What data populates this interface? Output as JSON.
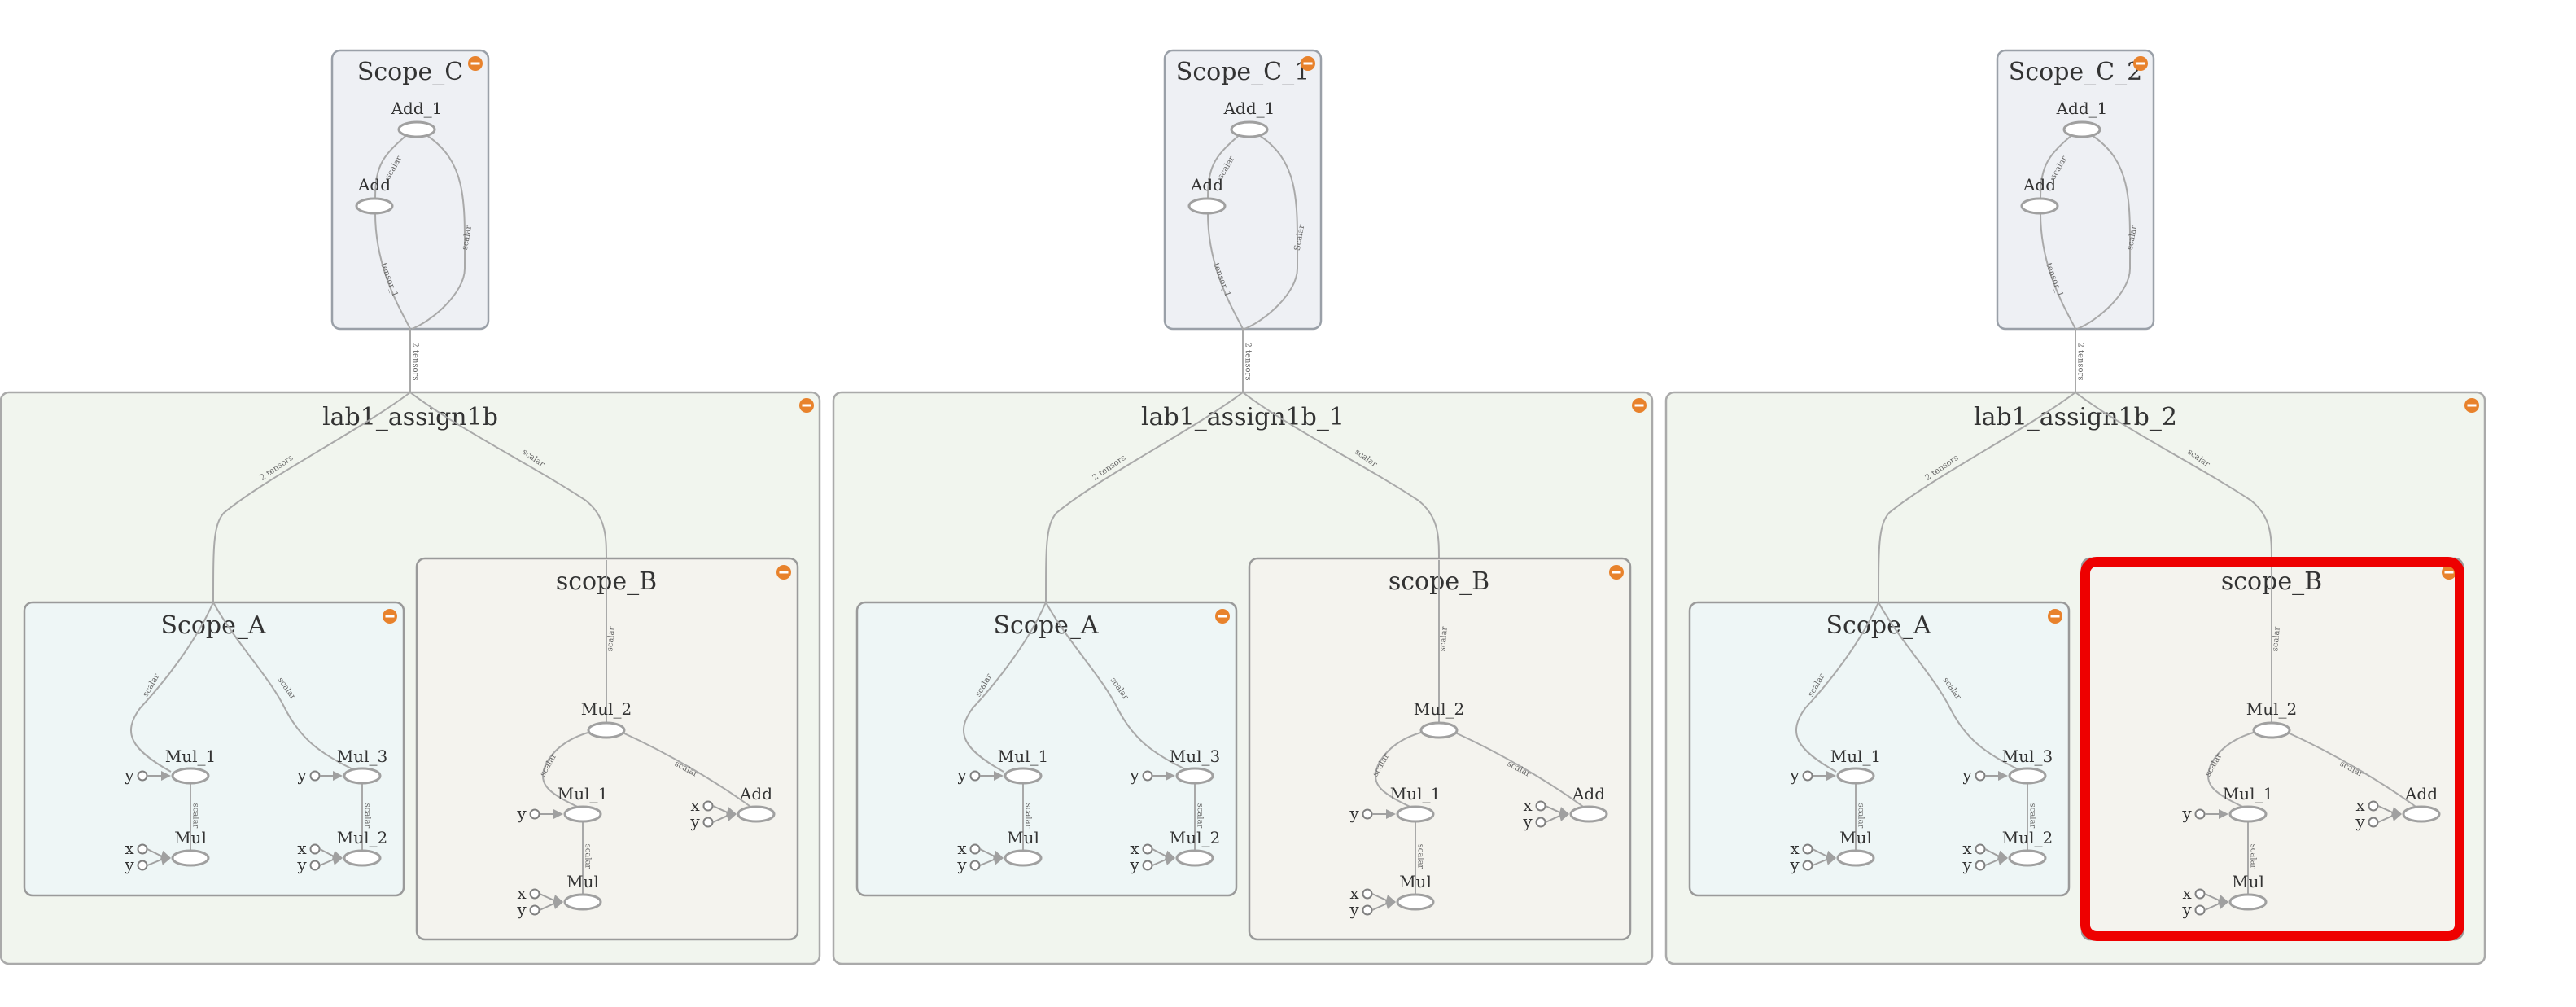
{
  "colors": {
    "scope_c_fill": "#eef0f4",
    "scope_c_stroke": "#9aa0a8",
    "lab_fill": "#f1f5ee",
    "lab_stroke": "#aaaaaa",
    "scope_a_fill": "#eef6f6",
    "scope_b_fill": "#f4f3ee",
    "box_stroke": "#9a9a9a",
    "collapse_button": "#e8822c",
    "selection": "#ee0000"
  },
  "graphs": [
    {
      "scope_c": {
        "title": "Scope_C",
        "add1": "Add_1",
        "add": "Add",
        "edge_left": "scalar",
        "edge_right": "scalar",
        "edge_bottom": "tensor_1"
      },
      "out_edge": "2 tensors",
      "lab": {
        "title": "lab1_assign1b",
        "edge_left": "2 tensors",
        "edge_right": "scalar"
      },
      "scope_a": {
        "title": "Scope_A",
        "mul1": "Mul_1",
        "mul": "Mul",
        "mul3": "Mul_3",
        "mul2": "Mul_2",
        "edge_left": "scalar",
        "edge_right": "scalar",
        "edge_mul": "scalar",
        "edge_mul2": "scalar",
        "x": "x",
        "y": "y"
      },
      "scope_b": {
        "title": "scope_B",
        "mul2": "Mul_2",
        "mul1": "Mul_1",
        "mul": "Mul",
        "add": "Add",
        "edge_top": "scalar",
        "edge_left": "scalar",
        "edge_right": "scalar",
        "edge_mul": "scalar",
        "x": "x",
        "y": "y",
        "selected": false
      }
    },
    {
      "scope_c": {
        "title": "Scope_C_1",
        "add1": "Add_1",
        "add": "Add",
        "edge_left": "scalar",
        "edge_right": "Scalar",
        "edge_bottom": "tensor_1"
      },
      "out_edge": "2 tensors",
      "lab": {
        "title": "lab1_assign1b_1",
        "edge_left": "2 tensors",
        "edge_right": "scalar"
      },
      "scope_a": {
        "title": "Scope_A",
        "mul1": "Mul_1",
        "mul": "Mul",
        "mul3": "Mul_3",
        "mul2": "Mul_2",
        "edge_left": "scalar",
        "edge_right": "scalar",
        "edge_mul": "scalar",
        "edge_mul2": "scalar",
        "x": "x",
        "y": "y"
      },
      "scope_b": {
        "title": "scope_B",
        "mul2": "Mul_2",
        "mul1": "Mul_1",
        "mul": "Mul",
        "add": "Add",
        "edge_top": "scalar",
        "edge_left": "scalar",
        "edge_right": "scalar",
        "edge_mul": "scalar",
        "x": "x",
        "y": "y",
        "selected": false
      }
    },
    {
      "scope_c": {
        "title": "Scope_C_2",
        "add1": "Add_1",
        "add": "Add",
        "edge_left": "scalar",
        "edge_right": "scalar",
        "edge_bottom": "tensor_1"
      },
      "out_edge": "2 tensors",
      "lab": {
        "title": "lab1_assign1b_2",
        "edge_left": "2 tensors",
        "edge_right": "scalar"
      },
      "scope_a": {
        "title": "Scope_A",
        "mul1": "Mul_1",
        "mul": "Mul",
        "mul3": "Mul_3",
        "mul2": "Mul_2",
        "edge_left": "scalar",
        "edge_right": "scalar",
        "edge_mul": "scalar",
        "edge_mul2": "scalar",
        "x": "x",
        "y": "y"
      },
      "scope_b": {
        "title": "scope_B",
        "mul2": "Mul_2",
        "mul1": "Mul_1",
        "mul": "Mul",
        "add": "Add",
        "edge_top": "scalar",
        "edge_left": "scalar",
        "edge_right": "scalar",
        "edge_mul": "scalar",
        "x": "x",
        "y": "y",
        "selected": true
      }
    }
  ]
}
